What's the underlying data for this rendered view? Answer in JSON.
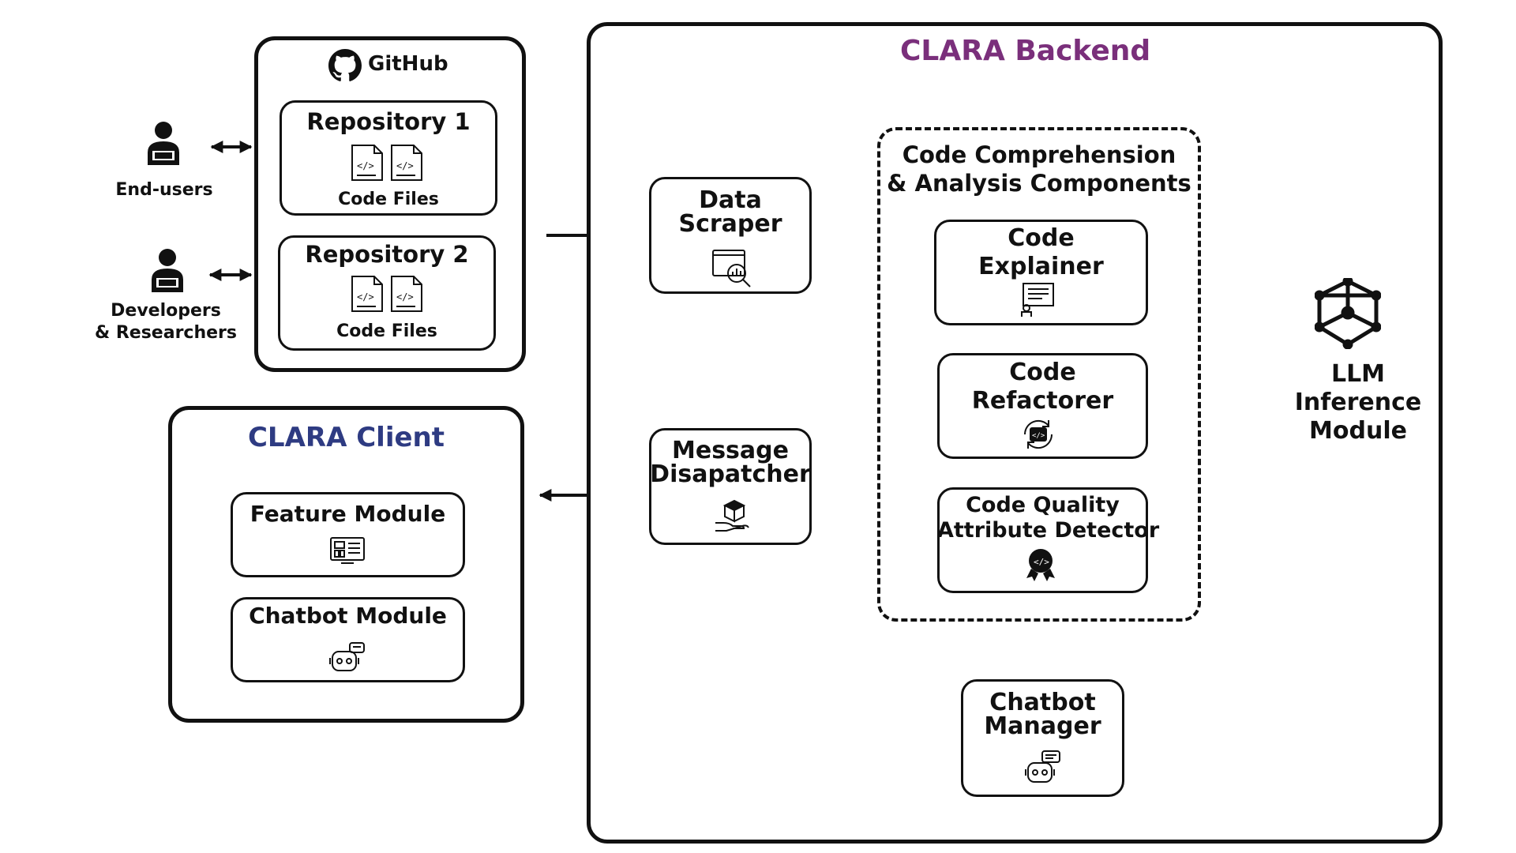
{
  "github": {
    "title": "GitHub"
  },
  "repos": [
    {
      "title": "Repository 1",
      "files": "Code Files"
    },
    {
      "title": "Repository 2",
      "files": "Code Files"
    }
  ],
  "users": {
    "end_users": "End-users",
    "developers_l1": "Developers",
    "developers_l2": "& Researchers"
  },
  "client": {
    "title": "CLARA Client",
    "feature_module": "Feature Module",
    "chatbot_module": "Chatbot Module"
  },
  "backend": {
    "title": "CLARA Backend",
    "data_scraper_l1": "Data",
    "data_scraper_l2": "Scraper",
    "message_dispatcher_l1": "Message",
    "message_dispatcher_l2": "Disapatcher",
    "components_title_l1": "Code Comprehension",
    "components_title_l2": "& Analysis Components",
    "code_explainer_l1": "Code",
    "code_explainer_l2": "Explainer",
    "code_refactorer_l1": "Code",
    "code_refactorer_l2": "Refactorer",
    "quality_l1": "Code Quality",
    "quality_l2": "Attribute Detector",
    "chatbot_manager_l1": "Chatbot",
    "chatbot_manager_l2": "Manager"
  },
  "llm": {
    "l1": "LLM",
    "l2": "Inference",
    "l3": "Module"
  },
  "colors": {
    "backend_title": "#7a2f7b",
    "client_title": "#2e3b82",
    "stroke": "#111111"
  }
}
